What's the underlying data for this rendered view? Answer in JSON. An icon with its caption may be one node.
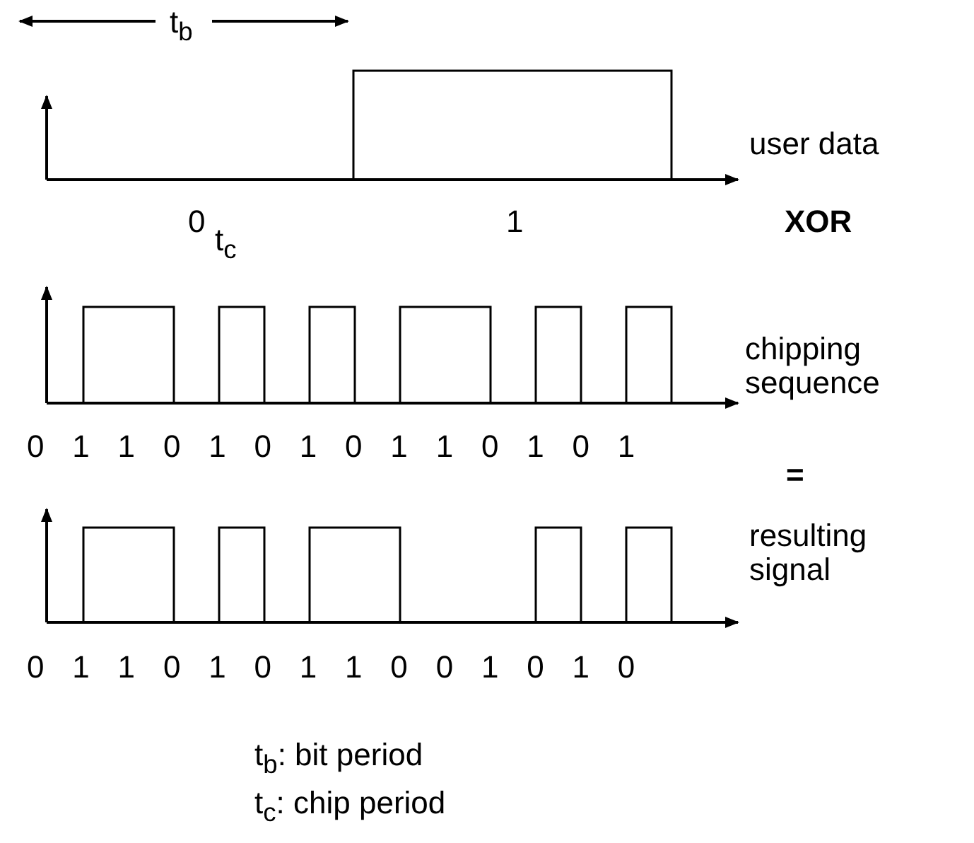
{
  "diagram": {
    "labels": [
      "t$_{b}$",
      "user data",
      "0",
      "1",
      "XOR",
      "t$_{c}$",
      "chipping sequence",
      "0 1 1 0 1 0 1 0 1 1 0 1 0 1",
      "=",
      "resulting signal",
      "0 1 1 0 1 0 1 1 0 0 1 0 1 0",
      "t$_{b}$: bit period",
      "t$_{c}$: chip period"
    ]
  }
}
